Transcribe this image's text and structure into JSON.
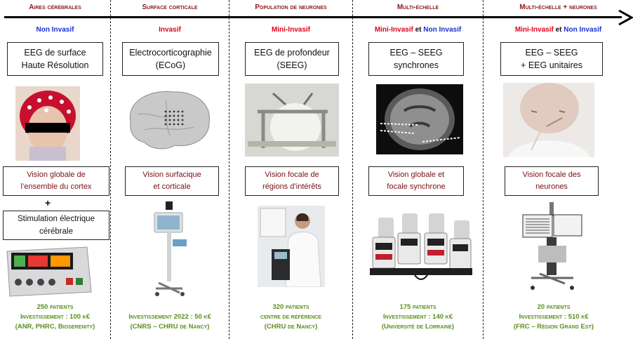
{
  "columns": [
    {
      "title": "Aires cérébrales",
      "invasive": [
        {
          "text": "Non Invasif",
          "color": "b"
        }
      ],
      "method": "EEG de surface\nHaute Résolution",
      "vision": "Vision globale de\nl’ensemble du cortex",
      "extra_plus": "+",
      "extra_box": "Stimulation électrique\ncérébrale",
      "footer": "250 patients\nInvestissement : 100 k€\n(ANR, PHRC, Bioserenity)"
    },
    {
      "title": "Surface corticale",
      "invasive": [
        {
          "text": "Invasif",
          "color": "r"
        }
      ],
      "method": "Electrocorticographie\n(ECoG)",
      "vision": "Vision surfacique\net corticale",
      "footer": "Investissement 2022 : 50 k€\n(CNRS – CHRU de Nancy)"
    },
    {
      "title": "Population de neurones",
      "invasive": [
        {
          "text": "Mini-Invasif",
          "color": "r"
        }
      ],
      "method": "EEG de profondeur\n(SEEG)",
      "vision": "Vision focale de\nrégions d’intérêts",
      "footer": "320 patients\ncentre de référence\n(CHRU de Nancy)"
    },
    {
      "title": "Multi-échelle",
      "invasive": [
        {
          "text": "Mini-Invasif",
          "color": "r"
        },
        {
          "text": " et ",
          "color": "k"
        },
        {
          "text": "Non Invasif",
          "color": "b"
        }
      ],
      "method": "EEG – SEEG\nsynchrones",
      "vision": "Vision globale et\nfocale synchrone",
      "footer": "175 patients\nInvestissement : 140 k€\n(Université de Lorraine)"
    },
    {
      "title": "Multi-échelle + neurones",
      "invasive": [
        {
          "text": "Mini-Invasif",
          "color": "r"
        },
        {
          "text": " et ",
          "color": "k"
        },
        {
          "text": "Non Invasif",
          "color": "b"
        }
      ],
      "method": "EEG – SEEG\n+ EEG unitaires",
      "vision": "Vision focale des\nneurones",
      "footer": "20 patients\nInvestissement : 510 k€\n(FRC – Région Grand Est)"
    }
  ]
}
